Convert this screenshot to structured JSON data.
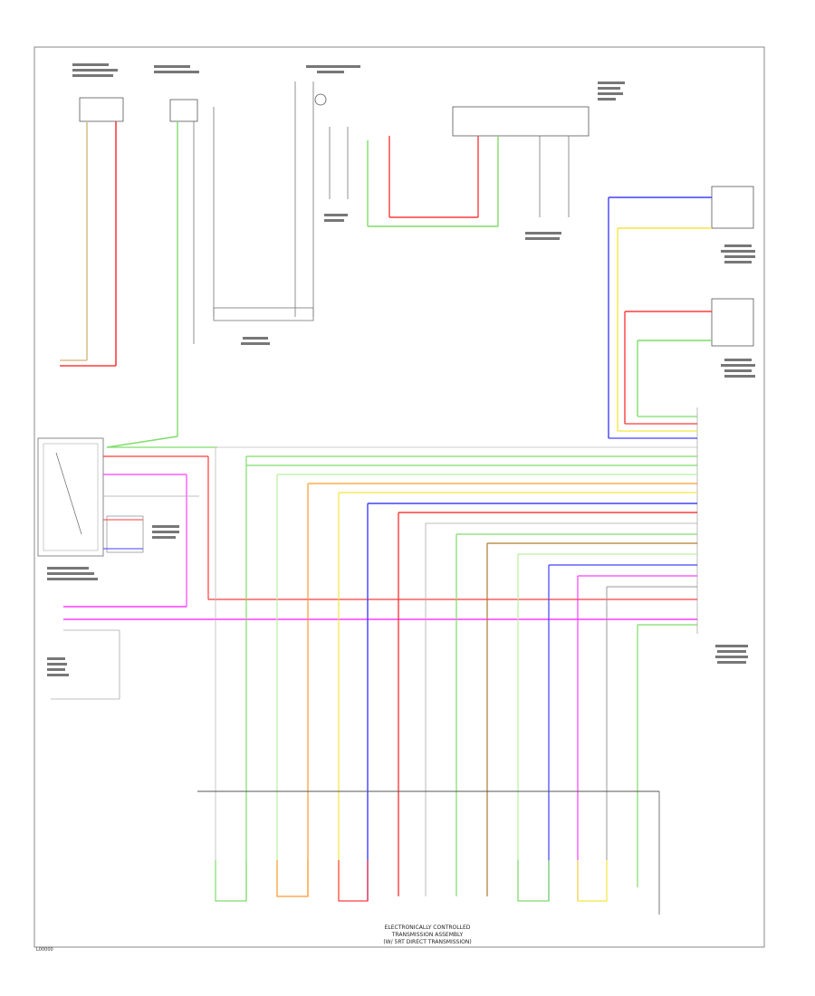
{
  "diagram": {
    "bottom_caption": {
      "line1": "ELECTRONICALLY CONTROLLED",
      "line2": "TRANSMISSION ASSEMBLY",
      "line3": "(W/ 5RT DIRECT TRANSMISSION)"
    },
    "footer_id": "L00000",
    "colors": {
      "red": "#ff3b3b",
      "green": "#7fdc6a",
      "blue": "#4040ff",
      "yellow": "#f2e640",
      "magenta": "#ff3cff",
      "orange": "#ff9a30",
      "tan": "#d9bf8a",
      "brown": "#b07a2a",
      "cyan": "#66d9e8",
      "gray": "#999999",
      "ltgreen": "#b8f0a0",
      "pink": "#ff9ab0"
    }
  }
}
